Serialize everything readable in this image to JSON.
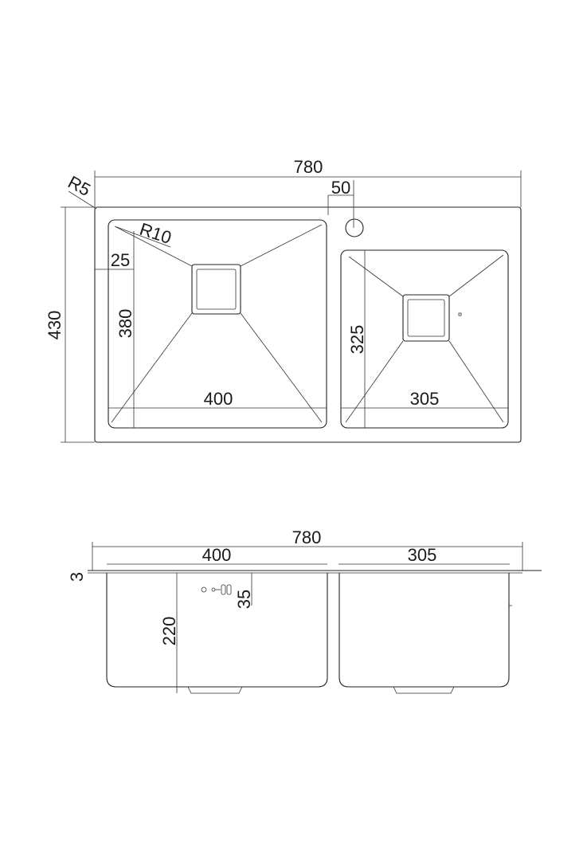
{
  "top_view": {
    "overall_width": "780",
    "overall_depth": "430",
    "corner_radius_outer": "R5",
    "corner_radius_inner": "R10",
    "tap_hole_offset": "50",
    "rim_offset": "25",
    "large_bowl_width": "400",
    "large_bowl_depth": "380",
    "small_bowl_width": "305",
    "small_bowl_depth": "325"
  },
  "side_view": {
    "overall_width": "780",
    "large_bowl_width": "400",
    "small_bowl_width": "305",
    "flange_thickness": "3",
    "bowl_depth": "220",
    "overflow_depth": "35"
  }
}
